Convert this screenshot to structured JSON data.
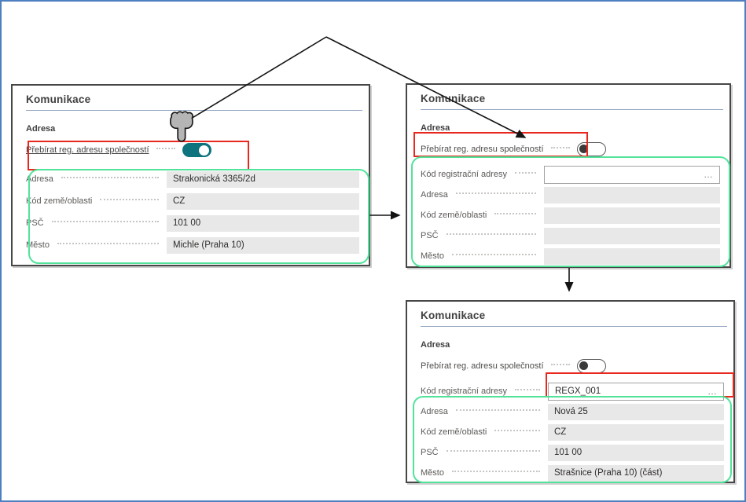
{
  "common": {
    "assist_edit": "…"
  },
  "colors": {
    "frame_blue": "#4e7fc1",
    "panel_border": "#474747",
    "divider": "#94a6c4",
    "toggle_on": "#0d737d",
    "hl_red": "#e8281e",
    "hl_green": "#52e39b",
    "field_bg": "#e9e8e8"
  },
  "panels": [
    {
      "title": "Komunikace",
      "section": "Adresa",
      "toggle": {
        "label": "Přebírat reg. adresu společností",
        "state": "on"
      },
      "fields": [
        {
          "label": "Adresa",
          "value": "Strakonická 3365/2d"
        },
        {
          "label": "Kód země/oblasti",
          "value": "CZ"
        },
        {
          "label": "PSČ",
          "value": "101 00"
        },
        {
          "label": "Město",
          "value": "Michle (Praha 10)"
        }
      ]
    },
    {
      "title": "Komunikace",
      "section": "Adresa",
      "toggle": {
        "label": "Přebírat reg. adresu společností",
        "state": "off"
      },
      "fields": [
        {
          "label": "Kód registrační adresy",
          "value": ""
        },
        {
          "label": "Adresa",
          "value": ""
        },
        {
          "label": "Kód země/oblasti",
          "value": ""
        },
        {
          "label": "PSČ",
          "value": ""
        },
        {
          "label": "Město",
          "value": ""
        }
      ]
    },
    {
      "title": "Komunikace",
      "section": "Adresa",
      "toggle": {
        "label": "Přebírat reg. adresu společností",
        "state": "off"
      },
      "fields": [
        {
          "label": "Kód registrační adresy",
          "value": "REGX_001"
        },
        {
          "label": "Adresa",
          "value": "Nová 25"
        },
        {
          "label": "Kód země/oblasti",
          "value": "CZ"
        },
        {
          "label": "PSČ",
          "value": "101 00"
        },
        {
          "label": "Město",
          "value": "Strašnice (Praha 10) (část)"
        }
      ]
    }
  ]
}
